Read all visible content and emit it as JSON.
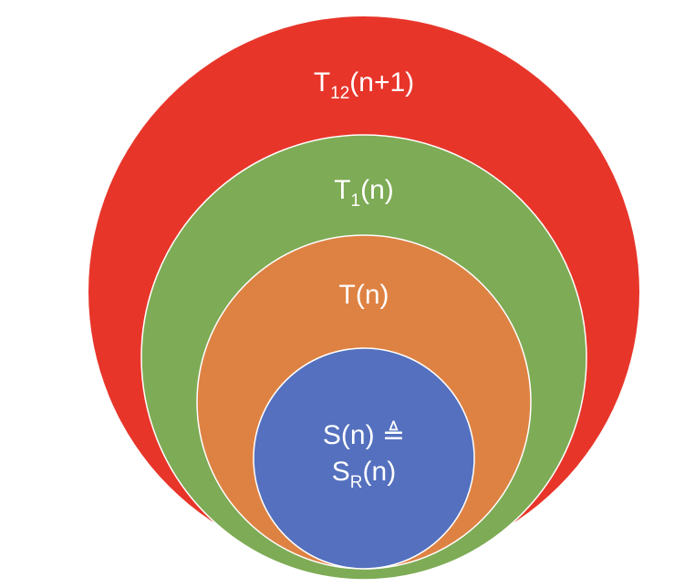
{
  "colors": {
    "outer": "#E8352A",
    "second": "#7EAB55",
    "third": "#DE8243",
    "inner": "#5470BE",
    "ring_stroke": "#ffffff"
  },
  "sets": [
    {
      "id": "t12",
      "base": "T",
      "sub": "12",
      "suffix": "(n+1)"
    },
    {
      "id": "t1",
      "base": "T",
      "sub": "1",
      "suffix": "(n)"
    },
    {
      "id": "t",
      "base": "T(n)"
    },
    {
      "id": "s",
      "line1": "S(n) ≜",
      "line2_base": "S",
      "line2_sub": "R",
      "line2_suffix": "(n)"
    }
  ]
}
